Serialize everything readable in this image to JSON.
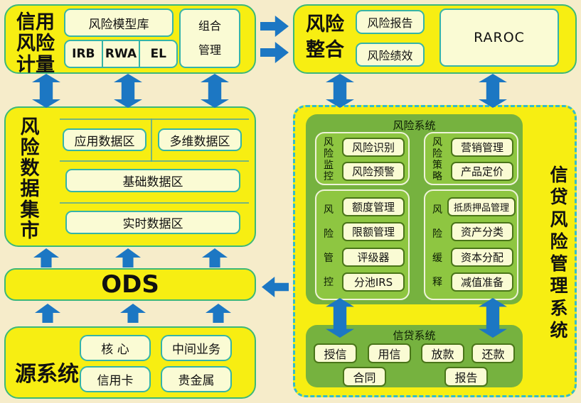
{
  "palette": {
    "background": "#f6ecca",
    "panel_yellow": "#f7ee12",
    "panel_border_green": "#3cb878",
    "item_cream": "#fafbd4",
    "item_border_teal": "#35b4a8",
    "green_outer": "#76b23f",
    "green_inner": "#8ec641",
    "green_item_border": "#4a7519",
    "arrow_blue": "#1c77c3",
    "dashed_border_teal": "#35bcc9"
  },
  "measure": {
    "title": "信用风险计量",
    "model_lib": "风险模型库",
    "cells": [
      "IRB",
      "RWA",
      "EL"
    ],
    "portfolio": "组合管理"
  },
  "integration": {
    "title": "风险整合",
    "report": "风险报告",
    "performance": "风险绩效",
    "raroc": "RAROC"
  },
  "data_mart": {
    "title": "风险数据集市",
    "zones": [
      "应用数据区",
      "多维数据区",
      "基础数据区",
      "实时数据区"
    ]
  },
  "ods": {
    "title": "ODS"
  },
  "source": {
    "title": "源系统",
    "items": [
      "核 心",
      "中间业务",
      "信用卡",
      "贵金属"
    ]
  },
  "credit_mgmt": {
    "title": "信贷风险管理系统",
    "risk_system": {
      "title": "风险系统",
      "groups": [
        {
          "label": "风险监控",
          "items": [
            "风险识别",
            "风险预警"
          ]
        },
        {
          "label": "风险策略",
          "items": [
            "营销管理",
            "产品定价"
          ]
        },
        {
          "label": "风险管控",
          "items": [
            "额度管理",
            "限额管理",
            "评级器",
            "分池IRS"
          ]
        },
        {
          "label": "风险缓释",
          "items": [
            "抵质押品管理",
            "资产分类",
            "资本分配",
            "减值准备"
          ]
        }
      ]
    },
    "credit_system": {
      "title": "信贷系统",
      "row1": [
        "授信",
        "用信",
        "放款",
        "还款"
      ],
      "row2": [
        "合同",
        "报告"
      ]
    }
  }
}
